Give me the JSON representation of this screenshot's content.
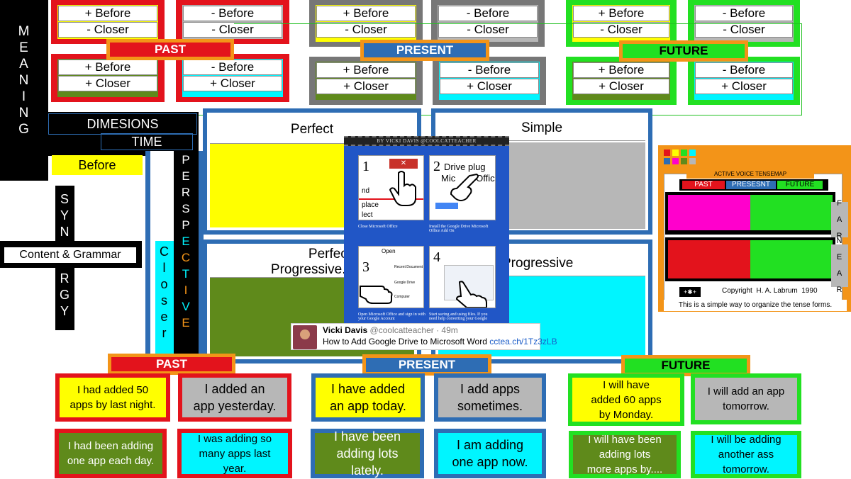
{
  "top_grid": {
    "cells": [
      {
        "id": "past-tl",
        "line1": "+ Before",
        "line2": "- Closer",
        "border": "#e3131c",
        "fill": "#ffff00"
      },
      {
        "id": "past-tr",
        "line1": "- Before",
        "line2": "- Closer",
        "border": "#e3131c",
        "fill": "#b7b7b7"
      },
      {
        "id": "past-bl",
        "line1": "+ Before",
        "line2": "+ Closer",
        "border": "#e3131c",
        "fill": "#5f8a1b"
      },
      {
        "id": "past-br",
        "line1": "- Before",
        "line2": "+ Closer",
        "border": "#e3131c",
        "fill": "#00f5ff"
      },
      {
        "id": "present-tl",
        "line1": "+ Before",
        "line2": "- Closer",
        "border": "#777777",
        "fill": "#ffff00"
      },
      {
        "id": "present-tr",
        "line1": "- Before",
        "line2": "- Closer",
        "border": "#777777",
        "fill": "#b7b7b7"
      },
      {
        "id": "present-bl",
        "line1": "+ Before",
        "line2": "+ Closer",
        "border": "#777777",
        "fill": "#5f8a1b"
      },
      {
        "id": "present-br",
        "line1": "- Before",
        "line2": "+ Closer",
        "border": "#777777",
        "fill": "#00f5ff"
      },
      {
        "id": "future-tl",
        "line1": "+ Before",
        "line2": "- Closer",
        "border": "#22e022",
        "fill": "#ffff00"
      },
      {
        "id": "future-tr",
        "line1": "- Before",
        "line2": "- Closer",
        "border": "#22e022",
        "fill": "#b7b7b7"
      },
      {
        "id": "future-bl",
        "line1": "+ Before",
        "line2": "+ Closer",
        "border": "#22e022",
        "fill": "#5f8a1b"
      },
      {
        "id": "future-br",
        "line1": "- Before",
        "line2": "+ Closer",
        "border": "#22e022",
        "fill": "#00f5ff"
      }
    ],
    "tags": {
      "past": "PAST",
      "present": "PRESENT",
      "future": "FUTURE"
    }
  },
  "left_panel": {
    "meaning_letters": [
      "M",
      "E",
      "A",
      "N",
      "I",
      "N",
      "G"
    ],
    "dimensions": "DIMESIONS",
    "time": "TIME",
    "before": "Before",
    "synergy_top": [
      "S",
      "Y",
      "N"
    ],
    "synergy_bottom": [
      "R",
      "G",
      "Y"
    ],
    "content_grammar": "Content & Grammar",
    "perspective_black": [
      "P",
      "E",
      "R",
      "S",
      "P"
    ],
    "perspective_colored": [
      "E",
      "C",
      "T",
      "I",
      "V",
      "E"
    ],
    "closer_letters": [
      "C",
      "l",
      "o",
      "s",
      "e",
      "r"
    ]
  },
  "quadrants": {
    "perfect": "Perfect",
    "simple": "Simple",
    "perfect_progressive_1": "Perfect",
    "perfect_progressive_2": "Progressive...",
    "progressive": "Progressive"
  },
  "overlay_card": {
    "header": "BY VICKI DAVIS @COOLCATTEACHER",
    "steps": [
      {
        "num": "1",
        "caption": "Close Microsoft Office"
      },
      {
        "num": "2",
        "caption": "Install the Google Drive Microsoft Office Add On"
      },
      {
        "num": "3",
        "caption": "Open Microsoft Office and sign in with your Google Account"
      },
      {
        "num": "4",
        "caption": "Start saving and using files. If you need help converting your Google"
      }
    ],
    "step1_lines": [
      "nd",
      "place",
      "lect"
    ],
    "step2_lines": [
      "Drive plug",
      "Mic        Offic"
    ],
    "step3_lines": [
      "Open",
      "Recent Document",
      "Google Drive",
      "Computer"
    ]
  },
  "tweet": {
    "name": "Vicki Davis",
    "handle": "@coolcatteacher",
    "time": "· 49m",
    "text": "How to Add Google Drive to Microsoft Word",
    "link": "cctea.ch/1Tz3zLB"
  },
  "tensemap": {
    "title": "ACTIVE VOICE TENSEMAP",
    "past": "PAST",
    "present": "PRESESNT",
    "future": "FUTURE",
    "far": [
      "F",
      "A",
      "R"
    ],
    "near": [
      "N",
      "E",
      "A",
      "R"
    ],
    "copyright": "Copyright  H. A. Labrum  1990",
    "caption": "This is a simple way to organize the tense forms."
  },
  "bottom_tags": {
    "past": "PAST",
    "present": "PRESENT",
    "future": "FUTURE"
  },
  "examples": [
    {
      "id": "ex-past-1",
      "lines": [
        "I had added 50",
        "apps by last night."
      ],
      "border": "#e3131c",
      "fill": "#ffff00",
      "cls": "small"
    },
    {
      "id": "ex-past-2",
      "lines": [
        "I added an",
        "app yesterday."
      ],
      "border": "#e3131c",
      "fill": "#b7b7b7",
      "cls": ""
    },
    {
      "id": "ex-present-1",
      "lines": [
        "I have added",
        "an app today."
      ],
      "border": "#2e6db4",
      "fill": "#ffff00",
      "cls": ""
    },
    {
      "id": "ex-present-2",
      "lines": [
        "I add apps",
        "sometimes."
      ],
      "border": "#2e6db4",
      "fill": "#b7b7b7",
      "cls": ""
    },
    {
      "id": "ex-future-1",
      "lines": [
        "I will have",
        "added 60 apps",
        "by Monday."
      ],
      "border": "#22e022",
      "fill": "#ffff00",
      "cls": "small"
    },
    {
      "id": "ex-future-2",
      "lines": [
        "I will add an app",
        "tomorrow."
      ],
      "border": "#22e022",
      "fill": "#b7b7b7",
      "cls": "small"
    },
    {
      "id": "ex-past-3",
      "lines": [
        "I had  been  adding",
        "one app  each day."
      ],
      "border": "#e3131c",
      "fill": "#5f8a1b",
      "cls": "small"
    },
    {
      "id": "ex-past-4",
      "lines": [
        "I was adding so",
        "many apps last",
        "year."
      ],
      "border": "#e3131c",
      "fill": "#00f5ff",
      "cls": "small"
    },
    {
      "id": "ex-present-3",
      "lines": [
        "I have been",
        "adding  lots",
        "lately."
      ],
      "border": "#2e6db4",
      "fill": "#5f8a1b",
      "cls": ""
    },
    {
      "id": "ex-present-4",
      "lines": [
        "I am adding",
        "one app now."
      ],
      "border": "#2e6db4",
      "fill": "#00f5ff",
      "cls": ""
    },
    {
      "id": "ex-future-3",
      "lines": [
        "I will have been",
        "adding  lots",
        "more apps by...."
      ],
      "border": "#22e022",
      "fill": "#5f8a1b",
      "cls": "small"
    },
    {
      "id": "ex-future-4",
      "lines": [
        "I will be adding",
        "another ass",
        "tomorrow."
      ],
      "border": "#22e022",
      "fill": "#00f5ff",
      "cls": "small"
    }
  ]
}
